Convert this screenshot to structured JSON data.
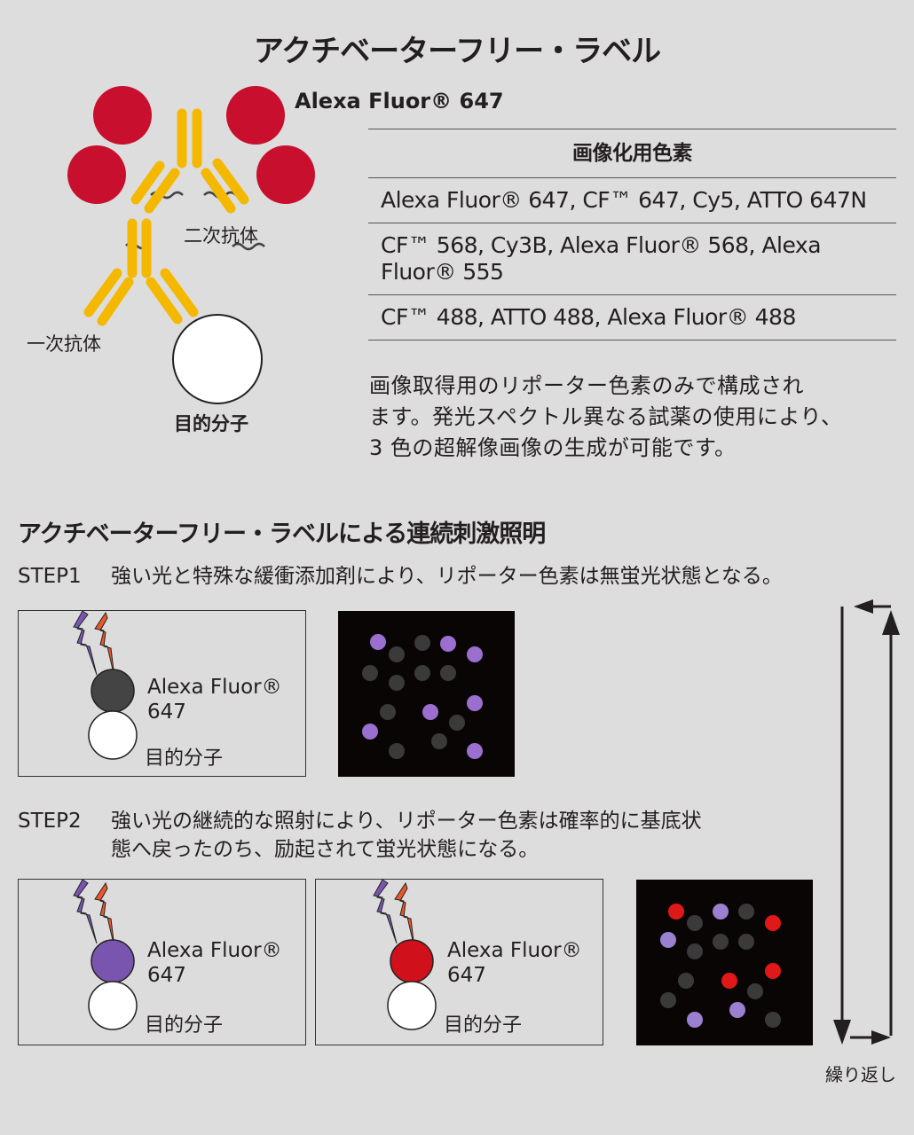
{
  "header": {
    "title": "アクチベーターフリー・ラベル"
  },
  "antibody_diagram": {
    "fluor_label": "Alexa Fluor® 647",
    "secondary_antibody_label": "二次抗体",
    "primary_antibody_label": "一次抗体",
    "target_label": "目的分子",
    "colors": {
      "fluorophore": "#c8102e",
      "antibody": "#f5b800",
      "linker": "#444444",
      "target": "#ffffff"
    }
  },
  "dye_table": {
    "header": "画像化用色素",
    "rows": [
      "Alexa Fluor® 647, CF™ 647, Cy5, ATTO 647N",
      "CF™ 568, Cy3B, Alexa Fluor® 568, Alexa Fluor® 555",
      "CF™ 488, ATTO 488, Alexa Fluor® 488"
    ]
  },
  "description": {
    "lines": [
      "画像取得用のリポーター色素のみで構成され",
      "ます。発光スペクトル異なる試薬の使用により、",
      "3 色の超解像画像の生成が可能です。"
    ]
  },
  "sequence": {
    "title": "アクチベーターフリー・ラベルによる連続刺激照明",
    "step1": {
      "label": "STEP1",
      "text": "強い光と特殊な緩衝添加剤により、リポーター色素は無蛍光状態となる。",
      "panel": {
        "fluor_line1": "Alexa Fluor®",
        "fluor_line2": "647",
        "target": "目的分子",
        "dye_color": "#444444"
      },
      "image_dots": {
        "lit_color": "#9b6fd0",
        "dark_color": "#3a3a3a"
      }
    },
    "step2": {
      "label": "STEP2",
      "text_line1": "強い光の継続的な照射により、リポーター色素は確率的に基底状",
      "text_line2": "態へ戻ったのち、励起されて蛍光状態になる。",
      "panel_a": {
        "fluor_line1": "Alexa Fluor®",
        "fluor_line2": "647",
        "target": "目的分子",
        "dye_color": "#7a55b0"
      },
      "panel_b": {
        "fluor_line1": "Alexa Fluor®",
        "fluor_line2": "647",
        "target": "目的分子",
        "dye_color": "#d0101a"
      },
      "image_dots": {
        "red_color": "#e01818",
        "purple_color": "#9b7fd0",
        "dark_color": "#3a3a3a"
      }
    },
    "repeat_label": "繰り返し",
    "lightning_colors": {
      "violet": "#7a55b0",
      "orange": "#e8582a"
    }
  }
}
